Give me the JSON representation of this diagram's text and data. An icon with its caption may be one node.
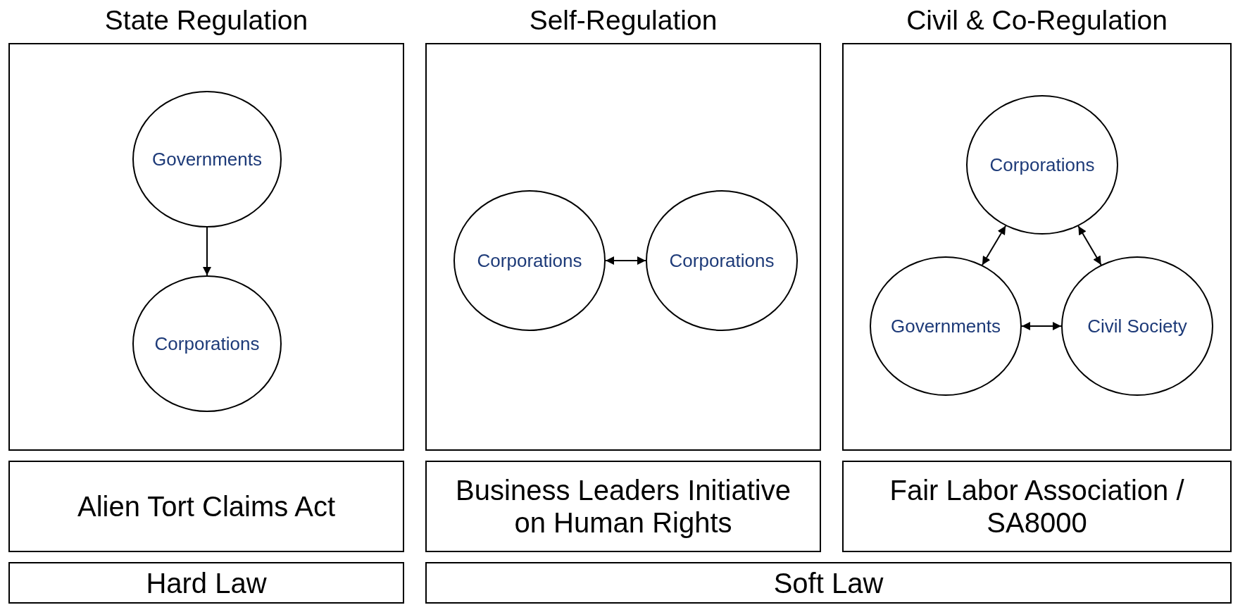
{
  "diagram": {
    "nodes": [
      {
        "text": [
          "State Regulation"
        ]
      },
      {
        "text": [
          "Governments"
        ],
        "in": 0
      },
      {
        "text": [
          "Corporations"
        ],
        "in": 0
      },
      {
        "text": [
          "Self-Regulation"
        ]
      },
      {
        "text": [
          "Corporations"
        ],
        "in": 3
      },
      {
        "text": [
          "Corporations"
        ],
        "in": 3
      },
      {
        "text": [
          "Civil & Co-Regulation"
        ]
      },
      {
        "text": [
          "Corporations"
        ],
        "in": 6
      },
      {
        "text": [
          "Governments"
        ],
        "in": 6
      },
      {
        "text": [
          "Civil Society"
        ],
        "in": 6
      },
      {
        "text": [
          "Alien Tort Claims Act"
        ]
      },
      {
        "text": [
          "Business Leaders Initiative on Human Rights"
        ]
      },
      {
        "text": [
          "Fair Labor Association / SA8000"
        ]
      },
      {
        "text": [
          "Hard Law"
        ]
      },
      {
        "text": [
          "Soft Law"
        ]
      }
    ],
    "edges": [
      {
        "from": 1,
        "to": 2,
        "arrow": "to"
      },
      {
        "from": 4,
        "to": 5,
        "arrow": "both"
      },
      {
        "from": 7,
        "to": 8,
        "arrow": "both"
      },
      {
        "from": 7,
        "to": 9,
        "arrow": "both"
      },
      {
        "from": 8,
        "to": 9,
        "arrow": "both"
      }
    ]
  }
}
